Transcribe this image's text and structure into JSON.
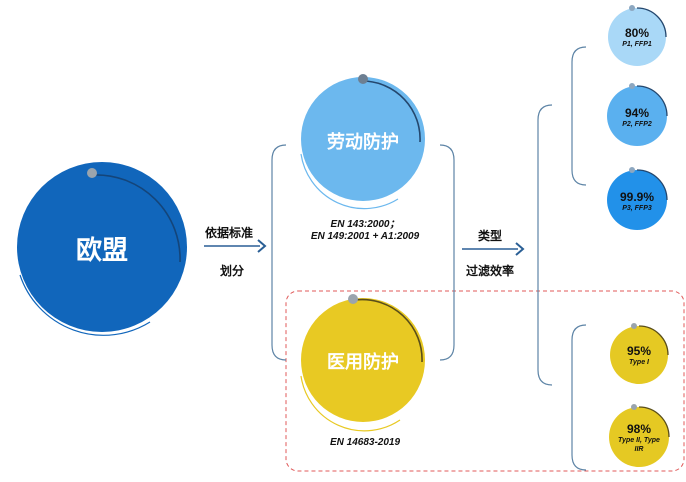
{
  "root": {
    "label": "欧盟"
  },
  "split_label": [
    "依据标准",
    "划分"
  ],
  "branches": [
    {
      "label": "劳动防护",
      "standard": [
        "EN 143:2000；",
        "EN 149:2001 + A1:2009"
      ]
    },
    {
      "label": "医用防护",
      "standard": [
        "EN 14683-2019"
      ]
    }
  ],
  "type_label": [
    "类型",
    "过滤效率"
  ],
  "labor_levels": [
    {
      "value": "80%",
      "type": "P1, FFP1"
    },
    {
      "value": "94%",
      "type": "P2, FFP2"
    },
    {
      "value": "99.9%",
      "type": "P3, FFP3"
    }
  ],
  "medical_levels": [
    {
      "value": "95%",
      "type": "Type I"
    },
    {
      "value": "98%",
      "type": "Type II, Type IIR"
    }
  ],
  "colors": {
    "root": "#1166bb",
    "labor": "#6cb8ee",
    "medical": "#e8c923",
    "level_light": "#a9d8f7",
    "level_mid": "#5ab0ef",
    "level_dark": "#2291e9",
    "level_yellow": "#e5c923",
    "bracket": "#5d84a6",
    "dash": "#e05a5a"
  }
}
